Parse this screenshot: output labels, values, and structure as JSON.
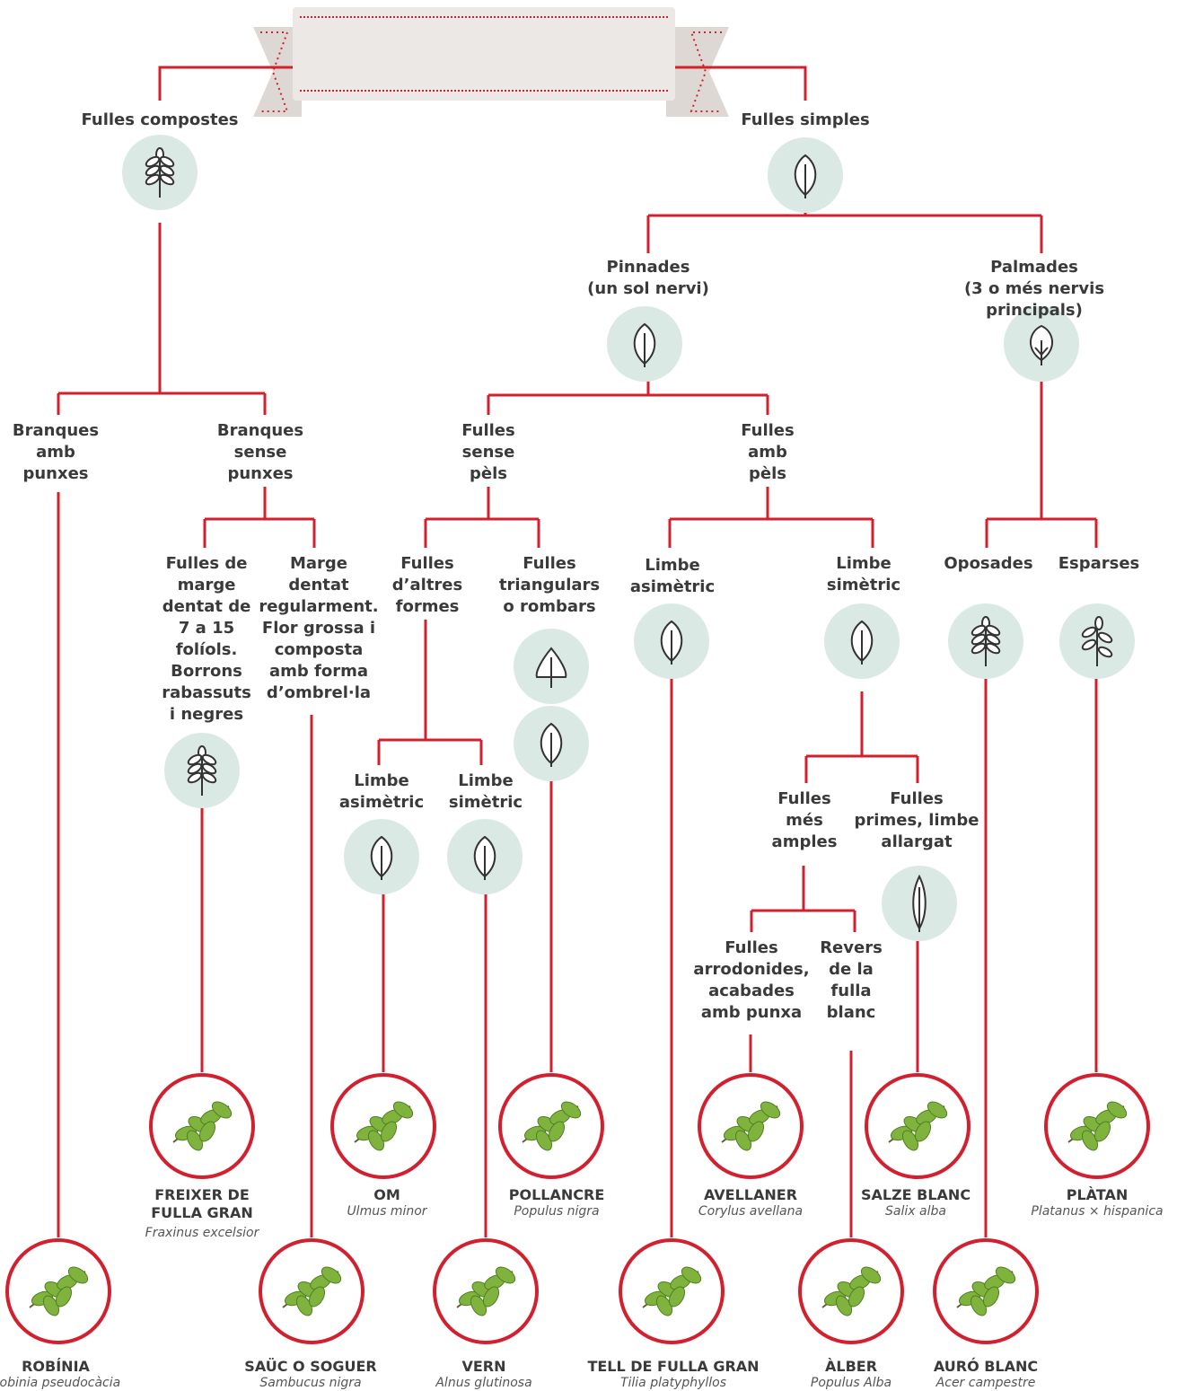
{
  "colors": {
    "line": "#d2202e",
    "icon_bg": "#dbe9e4",
    "text": "#3a3a3a",
    "banner": "#ece8e5"
  },
  "title_banner": {
    "text": ""
  },
  "nodes": {
    "compostes": "Fulles compostes",
    "simples": "Fulles simples",
    "pinnades": "Pinnades\n(un sol nervi)",
    "palmades": "Palmades\n(3 o més nervis principals)",
    "amb_punxes": "Branques\namb\npunxes",
    "sense_punxes": "Branques\nsense\npunxes",
    "sense_pels": "Fulles\nsense\npèls",
    "amb_pels": "Fulles\namb\npèls",
    "marge_dentat_foliols": "Fulles de\nmarge\ndentat de\n7 a 15\nfolíols.\nBorrons\nrabassuts\ni negres",
    "marge_regular": "Marge\ndentat\nregularment.\nFlor grossa i\ncomposta\namb forma\nd’ombrel·la",
    "altres_formes": "Fulles\nd’altres\nformes",
    "triangulars": "Fulles\ntriangulars\no rombars",
    "limbe_asim_pels": "Limbe\nasimètric",
    "limbe_sim_pels": "Limbe\nsimètric",
    "oposades": "Oposades",
    "esparses": "Esparses",
    "limbe_asim": "Limbe\nasimètric",
    "limbe_sim": "Limbe\nsimètric",
    "mes_amples": "Fulles\nmés\namples",
    "primes": "Fulles\nprimes, limbe\nallargat",
    "arrodonides": "Fulles\narrodonides,\nacabades\namb punxa",
    "revers_blanc": "Revers\nde la\nfulla\nblanc"
  },
  "species": [
    {
      "id": "robinia",
      "name": "ROBÍNIA",
      "latin": "Robinia pseudocàcia"
    },
    {
      "id": "freixer",
      "name": "FREIXER DE\nFULLA GRAN",
      "latin": "Fraxinus excelsior"
    },
    {
      "id": "sauc",
      "name": "SAÜC O SOGUER",
      "latin": "Sambucus nigra"
    },
    {
      "id": "om",
      "name": "OM",
      "latin": "Ulmus minor"
    },
    {
      "id": "vern",
      "name": "VERN",
      "latin": "Alnus glutinosa"
    },
    {
      "id": "pollancre",
      "name": "POLLANCRE",
      "latin": "Populus nigra"
    },
    {
      "id": "tell",
      "name": "TELL DE FULLA GRAN",
      "latin": "Tilia platyphyllos"
    },
    {
      "id": "avellaner",
      "name": "AVELLANER",
      "latin": "Corylus avellana"
    },
    {
      "id": "alber",
      "name": "ÀLBER",
      "latin": "Populus Alba"
    },
    {
      "id": "salze",
      "name": "SALZE BLANC",
      "latin": "Salix alba"
    },
    {
      "id": "auro",
      "name": "AURÓ BLANC",
      "latin": "Acer campestre"
    },
    {
      "id": "platan",
      "name": "PLÀTAN",
      "latin": "Platanus × hispanica"
    }
  ]
}
